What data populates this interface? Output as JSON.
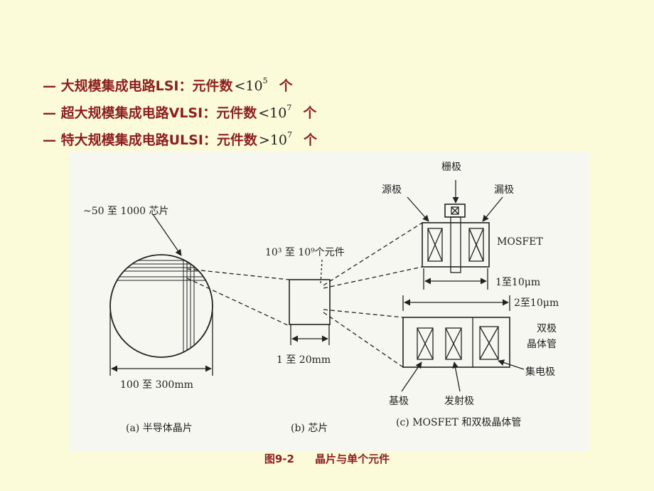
{
  "bullets": [
    {
      "dash": "—",
      "text": "大规模集成电路LSI：元件数",
      "op": "<",
      "base": "10",
      "exp": "5",
      "unit": "个"
    },
    {
      "dash": "—",
      "text": "超大规模集成电路VLSI：元件数",
      "op": "<",
      "base": "10",
      "exp": "7",
      "unit": "个"
    },
    {
      "dash": "—",
      "text": "特大规模集成电路ULSI：元件数",
      "op": ">",
      "base": "10",
      "exp": "7",
      "unit": "个"
    }
  ],
  "figure": {
    "chips_label": "~50 至 1000 芯片",
    "wafer_size": "100 至 300mm",
    "components_label": "10³ 至 10⁹个元件",
    "chip_size": "1 至 20mm",
    "gate": "栅极",
    "source": "源极",
    "drain": "漏极",
    "mosfet": "MOSFET",
    "mos_size": "1至10μm",
    "bjt_size": "2至10μm",
    "bipolar": "双极",
    "transistor": "晶体管",
    "collector": "集电极",
    "base": "基极",
    "emitter": "发射极",
    "caption_a": "(a) 半导体晶片",
    "caption_b": "(b) 芯片",
    "caption_c": "(c) MOSFET 和双极晶体管"
  },
  "caption": {
    "number": "图9-2",
    "title": "晶片与单个元件"
  }
}
